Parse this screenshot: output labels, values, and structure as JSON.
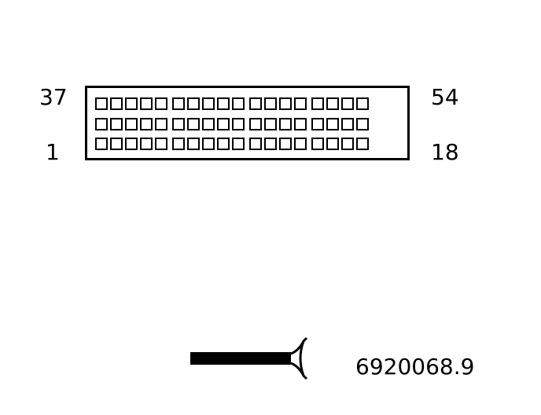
{
  "connector": {
    "pin_labels": {
      "top_left": "37",
      "bottom_left": "1",
      "top_right": "54",
      "bottom_right": "18"
    },
    "rows": 3,
    "pins_per_row": 18
  },
  "reference_id": "6920068.9"
}
